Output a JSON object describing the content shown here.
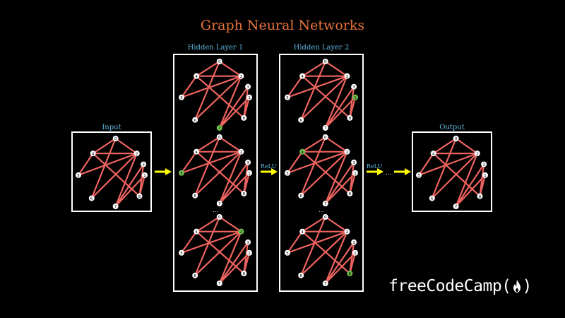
{
  "title": "Graph Neural Networks",
  "colors": {
    "background": "#000000",
    "title": "#e8743b",
    "label": "#5db8e0",
    "edge": "#f06460",
    "node_fill": "#ffffff",
    "node_highlight": "#6fbf4f",
    "arrow": "#ffff00",
    "box": "#ffffff"
  },
  "panels": {
    "input": {
      "label": "Input"
    },
    "hidden1": {
      "label": "Hidden Layer 1"
    },
    "hidden2": {
      "label": "Hidden Layer 2"
    },
    "output": {
      "label": "Output"
    }
  },
  "graph": {
    "nodes": [
      "0",
      "1",
      "2",
      "3",
      "4",
      "5",
      "6",
      "7",
      "8"
    ],
    "edges": [
      [
        "0",
        "4"
      ],
      [
        "0",
        "2"
      ],
      [
        "4",
        "2"
      ],
      [
        "4",
        "8"
      ],
      [
        "0",
        "6"
      ],
      [
        "2",
        "7"
      ],
      [
        "2",
        "5"
      ],
      [
        "2",
        "6"
      ],
      [
        "1",
        "7"
      ],
      [
        "1",
        "8"
      ],
      [
        "3",
        "7"
      ],
      [
        "3",
        "8"
      ],
      [
        "5",
        "4"
      ]
    ]
  },
  "hidden1_graphs": [
    {
      "highlight": "7"
    },
    {
      "highlight": "5"
    },
    {
      "highlight": "2"
    }
  ],
  "hidden2_graphs": [
    {
      "highlight": "1"
    },
    {
      "highlight": "4"
    },
    {
      "highlight": "8"
    }
  ],
  "activations": {
    "between_h1_h2": "ReLU",
    "between_h2_out": "ReLU"
  },
  "ellipsis": "...",
  "brand": {
    "name": "freeCodeCamp",
    "logo_icon": "fire-icon"
  }
}
